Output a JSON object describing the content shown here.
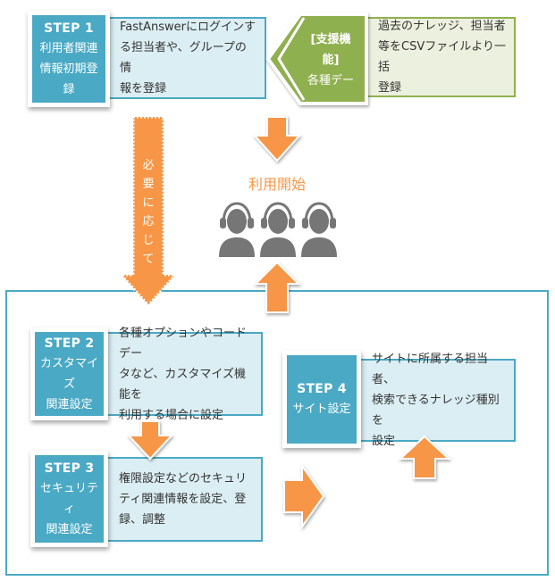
{
  "colors": {
    "step_teal": "#4aa9c4",
    "desc_light_blue": "#dbeef3",
    "support_green": "#8fb04f",
    "support_desc_bg": "#ecf0de",
    "arrow_orange": "#f79646",
    "headset_gray": "#767676",
    "frame_border": "#4aa9c4"
  },
  "step1": {
    "title": "STEP 1",
    "subtitle_lines": [
      "利用者関連",
      "情報初期登",
      "録"
    ],
    "description_lines": [
      "FastAnswerにログインす",
      "る担当者や、グループの情",
      "報を登録"
    ]
  },
  "support": {
    "label_lines": [
      "[支援機",
      "能]"
    ],
    "sub_line": "各種デー",
    "description_lines": [
      "過去のナレッジ、担当者",
      "等をCSVファイルより一括",
      "登録"
    ]
  },
  "as_needed_arrow": {
    "label_chars": [
      "必",
      "要",
      "に",
      "応",
      "じ",
      "て"
    ]
  },
  "start": {
    "label": "利用開始",
    "icons": [
      "headset-operator-icon",
      "headset-operator-icon",
      "headset-operator-icon"
    ]
  },
  "step2": {
    "title": "STEP 2",
    "subtitle_lines": [
      "カスタマイズ",
      "関連設定"
    ],
    "description_lines": [
      "各種オプションやコードデー",
      "タなど、カスタマイズ機能を",
      "利用する場合に設定"
    ]
  },
  "step3": {
    "title": "STEP 3",
    "subtitle_lines": [
      "セキュリティ",
      "関連設定"
    ],
    "description_lines": [
      "権限設定などのセキュリ",
      "ティ関連情報を設定、登",
      "録、調整"
    ]
  },
  "step4": {
    "title": "STEP 4",
    "subtitle_lines": [
      "サイト設定"
    ],
    "description_lines": [
      "サイトに所属する担当者、",
      "検索できるナレッジ種別を",
      "設定"
    ]
  }
}
